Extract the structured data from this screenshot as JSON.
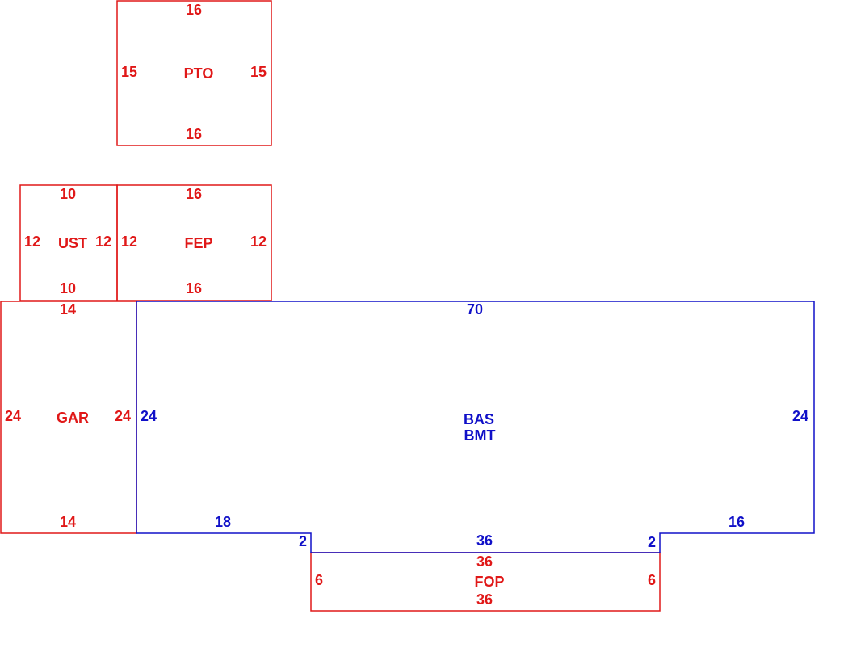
{
  "colors": {
    "primary_area": "#1010c8",
    "secondary_area": "#e01818",
    "background": "#ffffff"
  },
  "areas": {
    "pto": {
      "name": "PTO",
      "dims": {
        "top": "16",
        "bottom": "16",
        "left": "15",
        "right": "15"
      }
    },
    "ust": {
      "name": "UST",
      "dims": {
        "top": "10",
        "bottom": "10",
        "left": "12",
        "right": "12"
      }
    },
    "fep": {
      "name": "FEP",
      "dims": {
        "top": "16",
        "bottom": "16",
        "left": "12",
        "right": "12"
      }
    },
    "gar": {
      "name": "GAR",
      "dims": {
        "top": "14",
        "bottom": "14",
        "left": "24",
        "right": "24"
      }
    },
    "bas": {
      "name": "BAS",
      "name2": "BMT",
      "dims": {
        "top": "70",
        "left": "24",
        "right": "24",
        "bottom_left": "18",
        "bottom_right": "16",
        "step_left": "2",
        "step_right": "2",
        "bottom_middle": "36"
      }
    },
    "fop": {
      "name": "FOP",
      "dims": {
        "top": "36",
        "bottom": "36",
        "left": "6",
        "right": "6"
      }
    }
  }
}
